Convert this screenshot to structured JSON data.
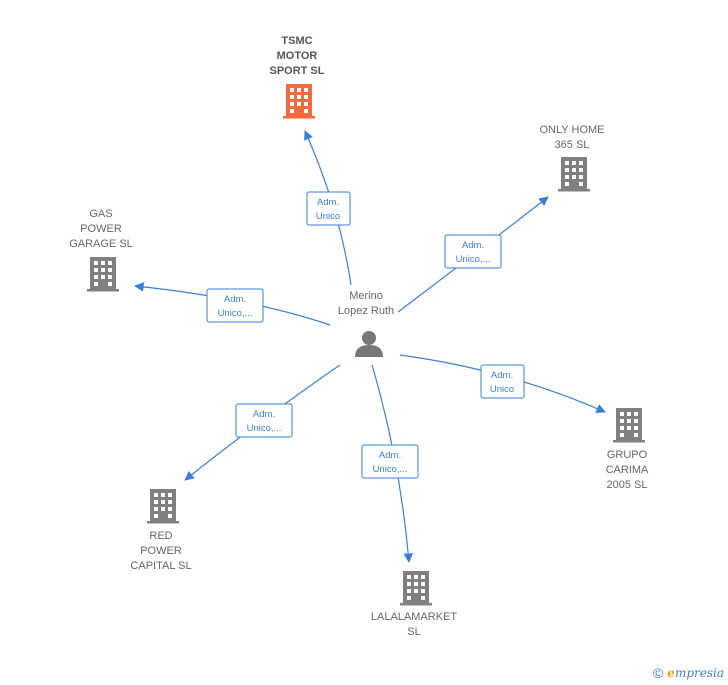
{
  "center": {
    "name_line1": "Merino",
    "name_line2": "Lopez Ruth",
    "icon": "person-icon"
  },
  "companies": [
    {
      "id": "tsmc",
      "lines": [
        "TSMC",
        "MOTOR",
        "SPORT  SL"
      ],
      "icon": "building-icon",
      "highlight": true,
      "edge": {
        "line1": "Adm.",
        "line2": "Unico"
      }
    },
    {
      "id": "onlyhome",
      "lines": [
        "ONLY HOME",
        "365  SL"
      ],
      "icon": "building-icon",
      "highlight": false,
      "edge": {
        "line1": "Adm.",
        "line2": "Unico,..."
      }
    },
    {
      "id": "gas",
      "lines": [
        "GAS",
        "POWER",
        "GARAGE  SL"
      ],
      "icon": "building-icon",
      "highlight": false,
      "edge": {
        "line1": "Adm.",
        "line2": "Unico,..."
      }
    },
    {
      "id": "grupo",
      "lines": [
        "GRUPO",
        "CARIMA",
        "2005 SL"
      ],
      "icon": "building-icon",
      "highlight": false,
      "edge": {
        "line1": "Adm.",
        "line2": "Unico"
      }
    },
    {
      "id": "red",
      "lines": [
        "RED",
        "POWER",
        "CAPITAL  SL"
      ],
      "icon": "building-icon",
      "highlight": false,
      "edge": {
        "line1": "Adm.",
        "line2": "Unico,..."
      }
    },
    {
      "id": "lalala",
      "lines": [
        "LALALAMARKET",
        "SL"
      ],
      "icon": "building-icon",
      "highlight": false,
      "edge": {
        "line1": "Adm.",
        "line2": "Unico,..."
      }
    }
  ],
  "footer": {
    "copyright_symbol": "©",
    "brand_initial": "e",
    "brand_rest": "mpresia"
  },
  "colors": {
    "edge": "#3a7fd5",
    "highlight": "#f26a3d",
    "building": "#808080",
    "text": "#666666"
  }
}
